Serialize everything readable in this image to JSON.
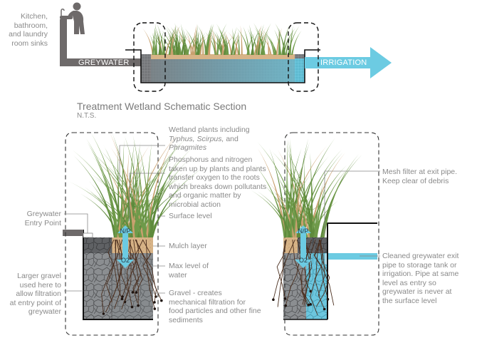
{
  "top_section": {
    "source_label": [
      "Kitchen,",
      "bathroom,",
      "and laundry",
      "room sinks"
    ],
    "greywater_label": "GREYWATER",
    "irrigation_label": "IRRIGATION"
  },
  "section_title": "Treatment Wetland Schematic Section",
  "section_subtitle": "N.T.S.",
  "left_detail": {
    "arrow_up_label": "N/P",
    "arrow_down_label": "O2",
    "annotations": {
      "wetland_plants": {
        "line1": "Wetland plants including",
        "line2_italic_a": "Typhus, Scirpus,",
        "line2_rest": " and",
        "line3_italic": "Phragmites"
      },
      "phosphorus": [
        "Phosphorus and nitrogen",
        "taken up by plants and plants",
        "transfer oxygen to the roots",
        "which breaks down pollutants",
        "and organic matter by",
        "microbial action"
      ],
      "surface_level": "Surface level",
      "mulch_layer": "Mulch layer",
      "max_water": [
        "Max level of",
        "water"
      ],
      "gravel": [
        "Gravel - creates",
        "mechanical filtration for",
        "food particles and other fine",
        "sediments"
      ],
      "entry_point": [
        "Greywater",
        "Entry Point"
      ],
      "larger_gravel": [
        "Larger gravel",
        "used here to",
        "allow filtration",
        "at entry point of",
        "greywater"
      ]
    }
  },
  "right_detail": {
    "arrow_up_label": "N/P",
    "arrow_down_label": "O2",
    "annotations": {
      "mesh_filter": [
        "Mesh filter at exit pipe.",
        "Keep clear of debris"
      ],
      "cleaned_exit": [
        "Cleaned greywater exit",
        "pipe to storage tank or",
        "irrigation. Pipe at same",
        "level as entry so",
        "greywater is never at",
        "the surface level"
      ]
    }
  },
  "colors": {
    "greywater_pipe": "#6e6a6a",
    "water_blue": "#6ccbe2",
    "mulch": "#d8b487",
    "gravel_dark": "#6a6a6a",
    "gravel_mid": "#8a8d90",
    "grass_green": "#6f9a4a",
    "grass_tan": "#c8a06e",
    "root_brown": "#4a2e1e",
    "label_gray": "#8a8a8a"
  }
}
